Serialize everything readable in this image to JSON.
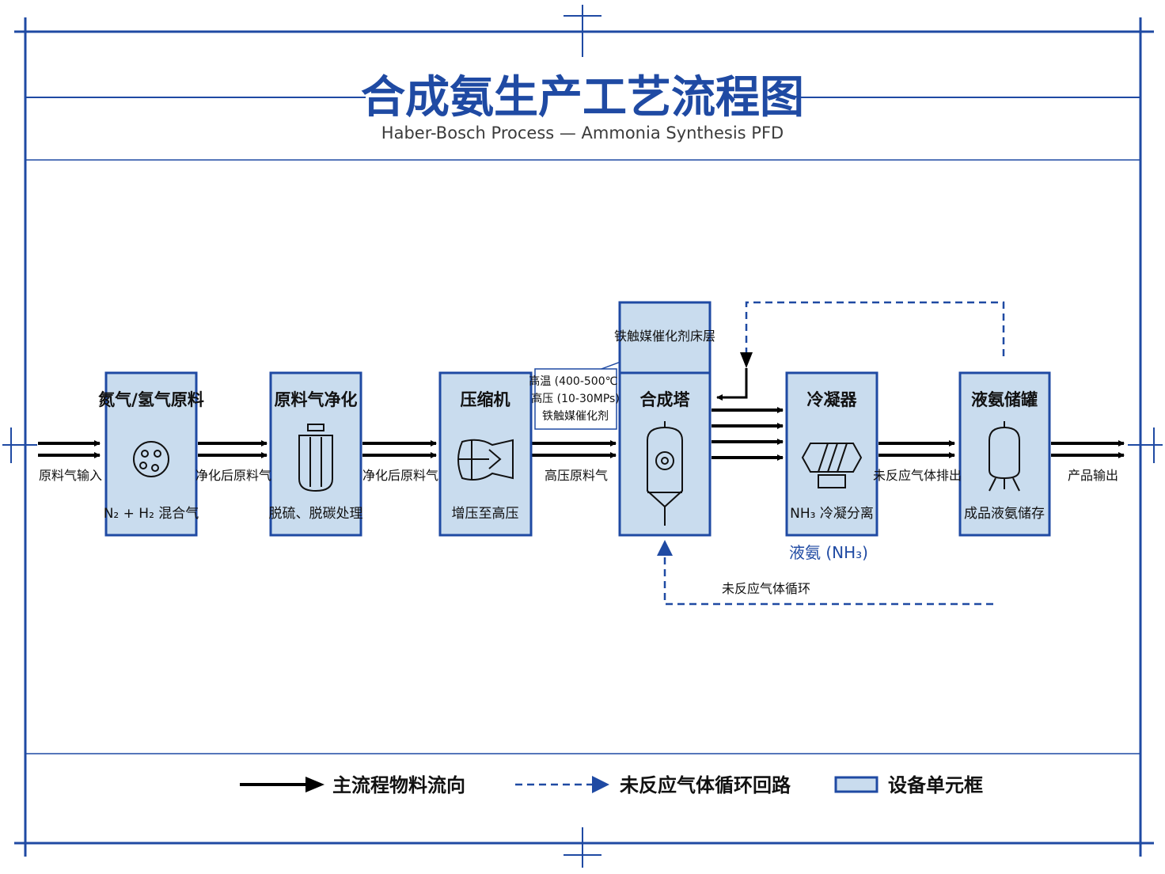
{
  "header": {
    "title": "合成氨生产工艺流程图",
    "subtitle": "Haber-Bosch Process — Ammonia Synthesis PFD"
  },
  "units": [
    {
      "id": "feed",
      "title": "氮气/氢气原料",
      "note": "N₂ + H₂ 混合气"
    },
    {
      "id": "purify",
      "title": "原料气净化",
      "note": "脱硫、脱碳处理"
    },
    {
      "id": "compressor",
      "title": "压缩机",
      "note": "增压至高压"
    },
    {
      "id": "reactor",
      "title": "合成塔",
      "note": ""
    },
    {
      "id": "condenser",
      "title": "冷凝器",
      "note": "NH₃ 冷凝分离"
    },
    {
      "id": "storage",
      "title": "液氨储罐",
      "note": "成品液氨储存"
    }
  ],
  "catalyst_bed": "铁触媒催化剂床层",
  "reactor_conditions": [
    "高温 (400-500℃)",
    "高压 (10-30MPs)",
    "铁触媒催化剂"
  ],
  "flows": {
    "input": "原料气输入",
    "feed_to_purify": "净化后原料气",
    "purify_to_compressor": "净化后原料气",
    "compressor_to_reactor": "高压原料气",
    "condenser_to_storage": "未反应气体排出",
    "output": "产品输出",
    "liquid_ammonia": "液氨 (NH₃)",
    "recycle": "未反应气体循环"
  },
  "legend": {
    "main_flow": "主流程物料流向",
    "recycle_loop": "未反应气体循环回路",
    "unit_box": "设备单元框"
  },
  "colors": {
    "frame_blue": "#1f4aa3",
    "box_fill": "#c9dcee",
    "arrow_black": "#000000"
  }
}
